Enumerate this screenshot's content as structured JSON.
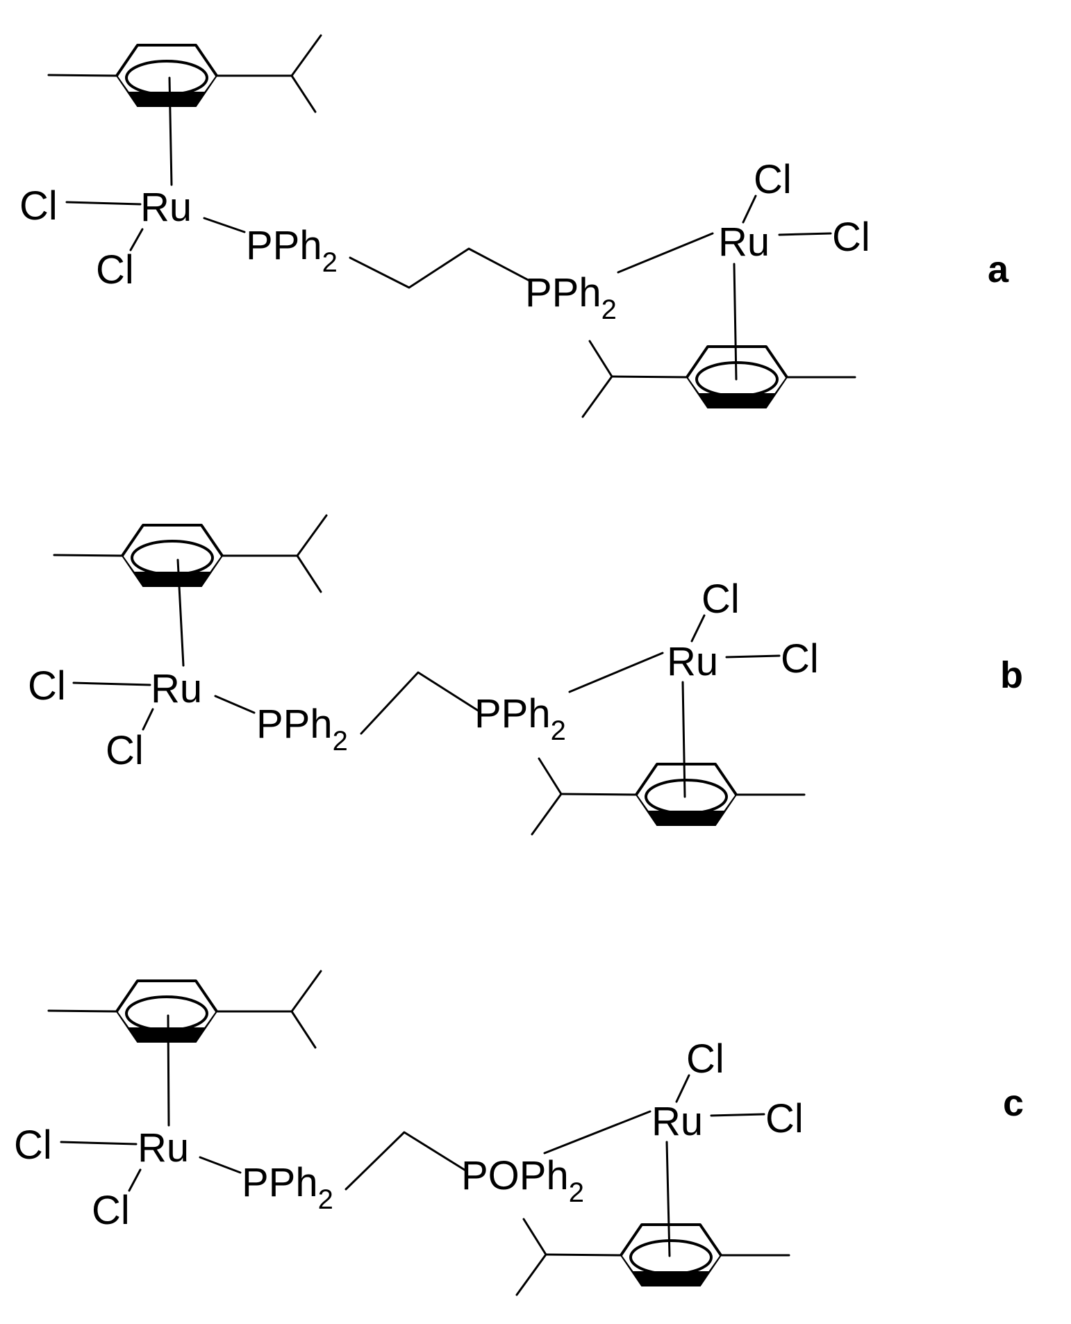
{
  "structures": [
    {
      "id": "a",
      "label": "a",
      "ru1": {
        "metal": "Ru",
        "cl1": "Cl",
        "cl2": "Cl"
      },
      "ligand": {
        "p1": "PPh",
        "p1_sub": "2",
        "p2": "PPh",
        "p2_sub": "2"
      },
      "ru2": {
        "metal": "Ru",
        "cl1": "Cl",
        "cl2": "Cl"
      }
    },
    {
      "id": "b",
      "label": "b",
      "ru1": {
        "metal": "Ru",
        "cl1": "Cl",
        "cl2": "Cl"
      },
      "ligand": {
        "p1": "PPh",
        "p1_sub": "2",
        "p2": "PPh",
        "p2_sub": "2"
      },
      "ru2": {
        "metal": "Ru",
        "cl1": "Cl",
        "cl2": "Cl"
      }
    },
    {
      "id": "c",
      "label": "c",
      "ru1": {
        "metal": "Ru",
        "cl1": "Cl",
        "cl2": "Cl"
      },
      "ligand": {
        "p1": "PPh",
        "p1_sub": "2",
        "p2": "POPh",
        "p2_sub": "2"
      },
      "ru2": {
        "metal": "Ru",
        "cl1": "Cl",
        "cl2": "Cl"
      }
    }
  ]
}
